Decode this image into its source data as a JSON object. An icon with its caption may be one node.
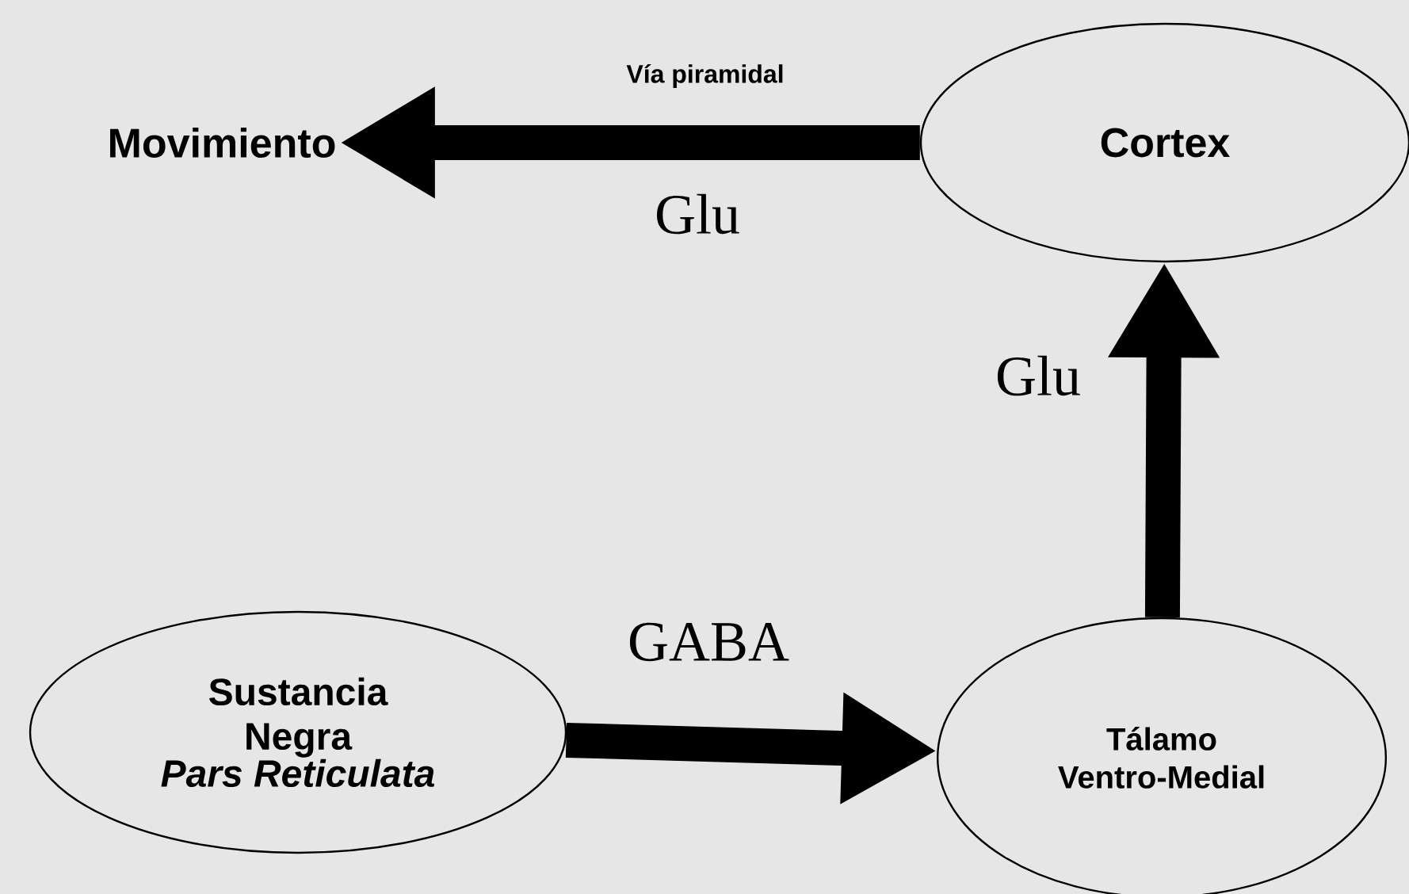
{
  "diagram": {
    "nodes": [
      {
        "text": [
          "Movimiento"
        ]
      },
      {
        "text": [
          "Cortex"
        ]
      },
      {
        "text": [
          "Sustancia Negra",
          "Pars Reticulata"
        ]
      },
      {
        "text": [
          "Tálamo Ventro-Medial"
        ]
      }
    ],
    "edges": [
      {
        "from": 1,
        "to": 0,
        "arrow": "to",
        "label": "Vía piramidal"
      },
      {
        "from": 2,
        "to": 3,
        "arrow": "to",
        "label": "GABA"
      },
      {
        "from": 3,
        "to": 1,
        "arrow": "to",
        "label": "Glu"
      }
    ],
    "labels": [
      "Glu"
    ]
  }
}
